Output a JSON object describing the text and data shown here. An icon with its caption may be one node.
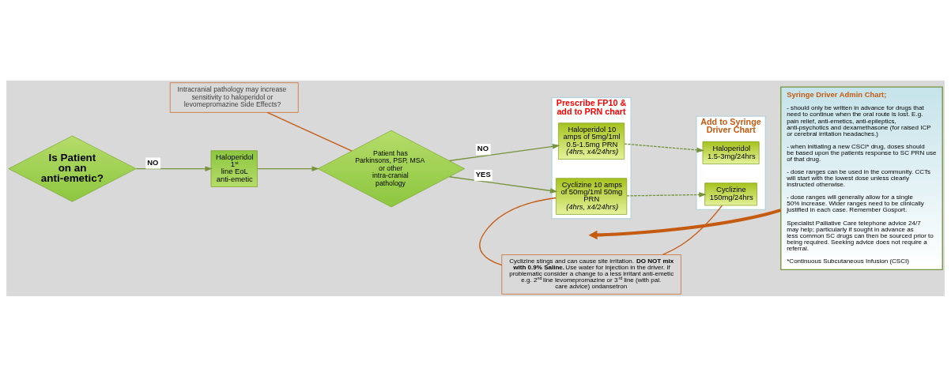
{
  "diagram": {
    "nodes": [
      {
        "text": [
          "Is Patient on an anti-emetic?"
        ]
      },
      {
        "text": [
          "Haloperidol 1$^{st}$ line EoL anti-emetic"
        ]
      },
      {
        "text": [
          "Patient has Parkinsons, PSP, MSA or other intra-cranial pathology"
        ]
      },
      {
        "text": [
          "Intracranial pathology may increase sensitivity to haloperidol or levomepromazine Side Effects?"
        ]
      },
      {
        "text": [
          "Prescribe FP10 & add to PRN chart"
        ]
      },
      {
        "text": [
          "Haloperidol 10 amps of 5mg/1ml 0.5-1.5mg PRN",
          "(4hrs, x4/24hrs)"
        ],
        "in": 4
      },
      {
        "text": [
          "Cyclizine 10 amps of 50mg/1ml 50mg PRN",
          "(4hrs, x4/24hrs)"
        ],
        "in": 4
      },
      {
        "text": [
          "Add to Syringe Driver Chart"
        ]
      },
      {
        "text": [
          "Haloperidol 1.5-3mg/24hrs"
        ],
        "in": 7
      },
      {
        "text": [
          "Cyclizine 150mg/24hrs"
        ],
        "in": 7
      },
      {
        "text": [
          "Syringe Driver Admin Chart;",
          "- should only be written in advance for drugs that need to continue when the oral route is lost. E.g. pain relief, anti-emetics, anti-epileptics, anti-psychotics and dexamethasone (for raised ICP or cerebral irritation headaches.)",
          "- when initiating a new CSCI* drug, doses should be based upon the patients response to SC PRN use of that drug.",
          "- dose ranges can be used in the community. CCTs will start with the lowest dose unless clearly instructed otherwise.",
          "- dose ranges will generally allow for a single 50% increase. Wider ranges need to be clinically justified in each case. Remember Gosport.",
          "Specialist Palliative Care telephone advice 24/7 may help; particularly if sought in advance as less common SC drugs can then be sourced prior to being required. Seeking advice does not require a referral.",
          "*Continuous Subcutaneous Infusion (CSCI)"
        ]
      },
      {
        "text": [
          "Cyclizine stings and can cause site irritation. **DO NOT mix with 0.9% Saline.** Use water for injection in the driver. If problematic consider a change to a less irritant anti-emetic e.g. 2$^{nd}$ line levomepromazine or 3$^{rd}$ line (with pal. care advice) ondansetron"
        ]
      }
    ],
    "edges": [
      {
        "from": 0,
        "to": 1,
        "arrow": "to",
        "label": "NO"
      },
      {
        "from": 1,
        "to": 2,
        "arrow": "to"
      },
      {
        "from": 3,
        "to": 2,
        "arrow": "none",
        "color": "#c55a11"
      },
      {
        "from": 2,
        "to": 5,
        "arrow": "to",
        "label": "NO"
      },
      {
        "from": 2,
        "to": 6,
        "arrow": "to",
        "label": "YES"
      },
      {
        "from": 5,
        "to": 8,
        "arrow": "to",
        "style": "dashed"
      },
      {
        "from": 6,
        "to": 9,
        "arrow": "to",
        "style": "dashed"
      },
      {
        "from": 10,
        "to": null,
        "arrow": "to",
        "style": "thick",
        "color": "#c55a11"
      },
      {
        "from": 11,
        "to": 6,
        "arrow": "none",
        "color": "#c55a11"
      },
      {
        "from": 11,
        "to": 9,
        "arrow": "none",
        "color": "#c55a11"
      }
    ]
  }
}
